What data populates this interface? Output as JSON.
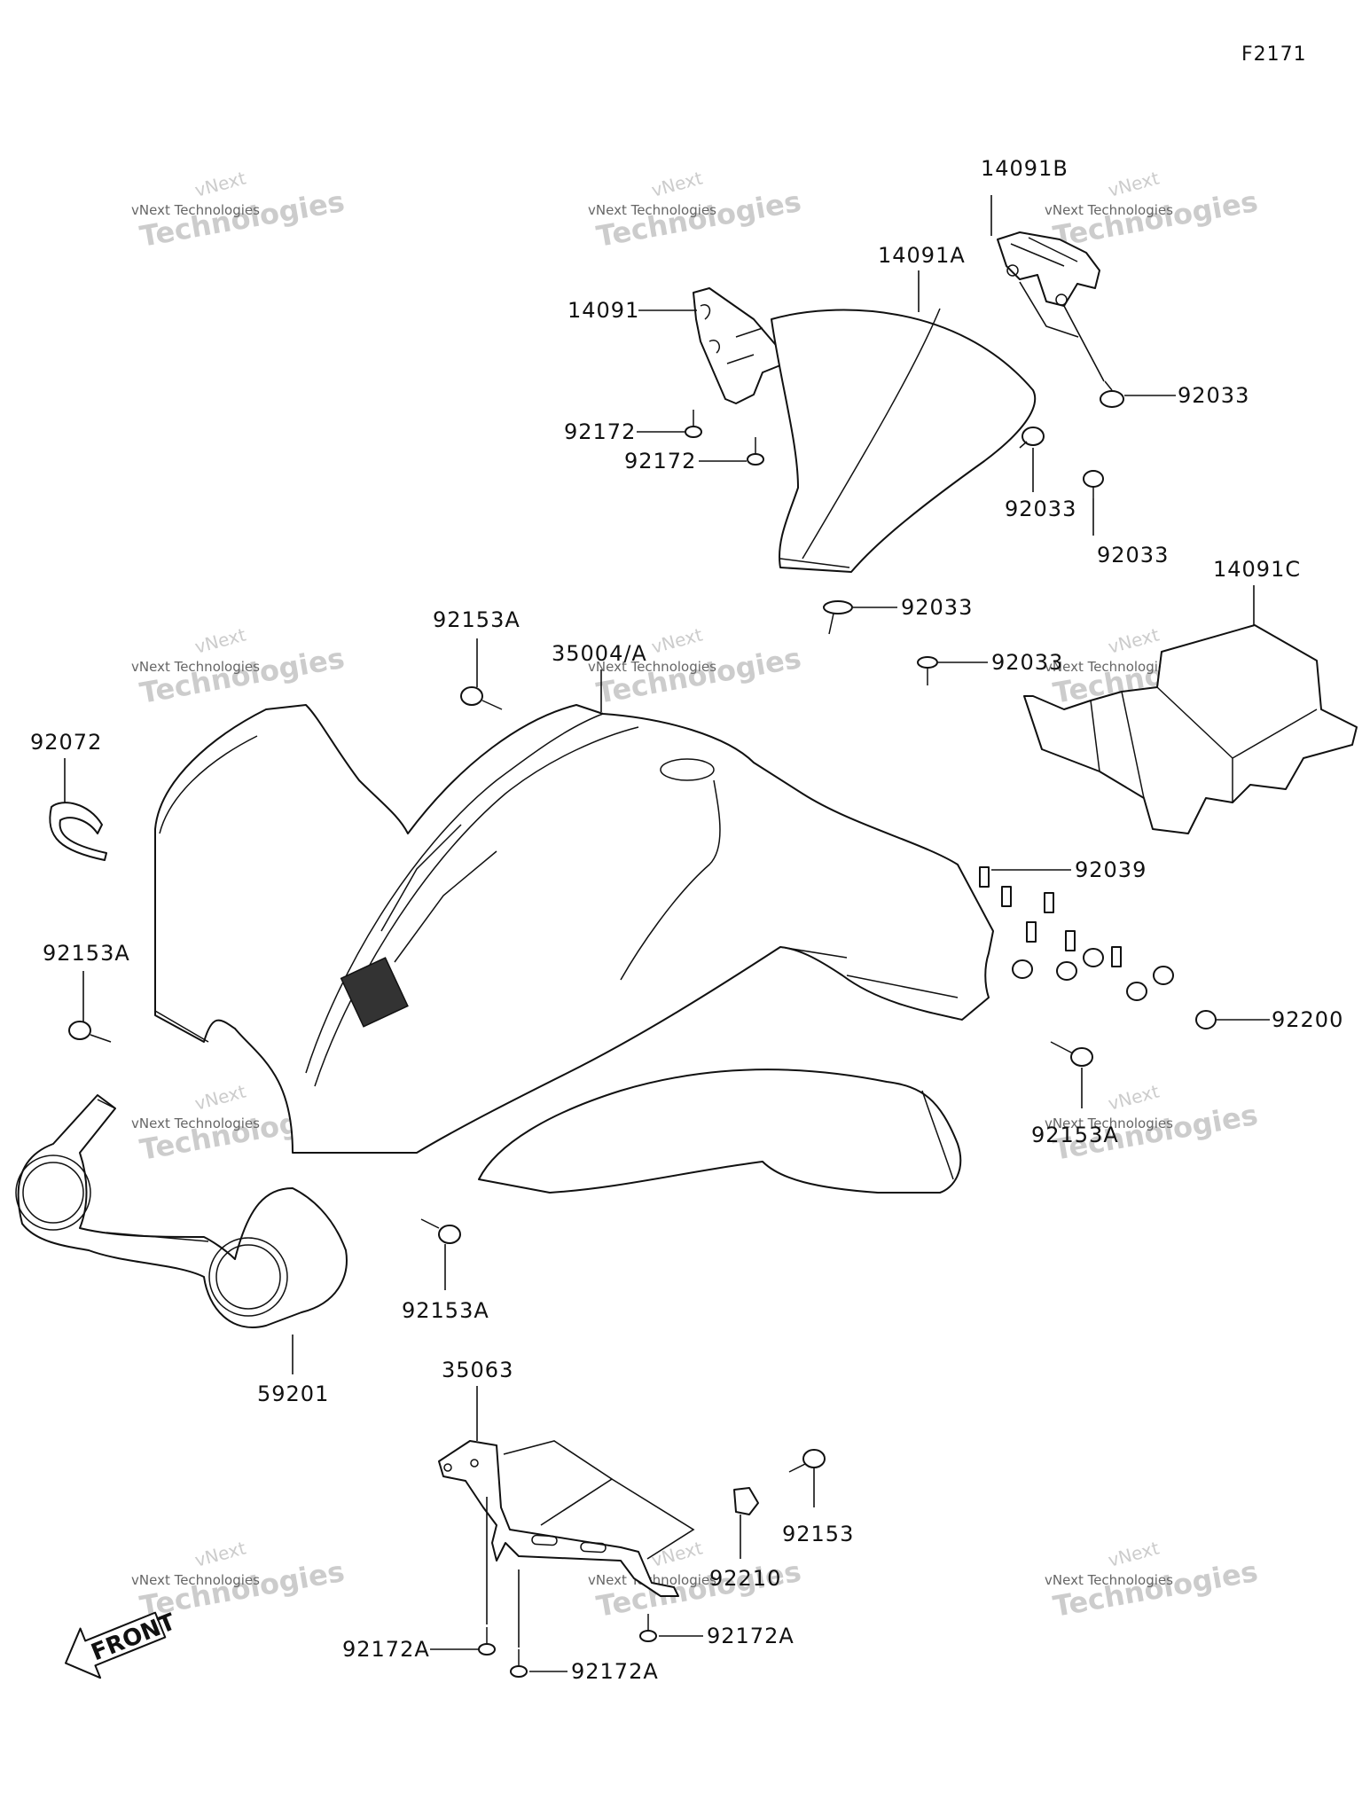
{
  "diagram_code": "F2171",
  "front_label": "FRONT",
  "watermark": {
    "line1": "vNext",
    "line2": "vNext Technologies",
    "line3": "Technologies"
  },
  "part_labels": {
    "p14091B": "14091B",
    "p14091A": "14091A",
    "p14091": "14091",
    "p92172_a": "92172",
    "p92172_b": "92172",
    "p92033_a": "92033",
    "p92033_b": "92033",
    "p92033_c": "92033",
    "p92033_d": "92033",
    "p92033_e": "92033",
    "p14091C": "14091C",
    "p92153A_a": "92153A",
    "p35004A": "35004/A",
    "p92072": "92072",
    "p92039": "92039",
    "p92153A_b": "92153A",
    "p92200": "92200",
    "p92153A_c": "92153A",
    "p92153A_d": "92153A",
    "p59201": "59201",
    "p35063": "35063",
    "p92153": "92153",
    "p92210": "92210",
    "p92172A_a": "92172A",
    "p92172A_b": "92172A",
    "p92172A_c": "92172A"
  }
}
